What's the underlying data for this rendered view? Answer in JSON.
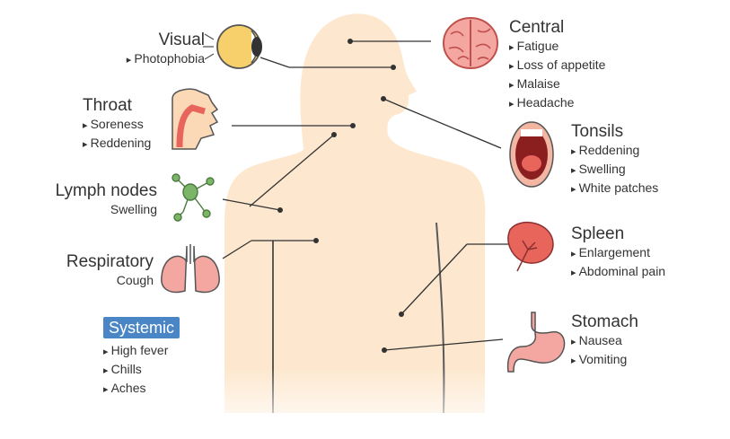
{
  "central": {
    "title": "Central",
    "items": [
      "Fatigue",
      "Loss of appetite",
      "Malaise",
      "Headache"
    ]
  },
  "visual": {
    "title": "Visual",
    "items": [
      "Photophobia"
    ]
  },
  "throat": {
    "title": "Throat",
    "items": [
      "Soreness",
      "Reddening"
    ]
  },
  "tonsils": {
    "title": "Tonsils",
    "items": [
      "Reddening",
      "Swelling",
      "White patches"
    ]
  },
  "lymph": {
    "title": "Lymph nodes",
    "sub": "Swelling"
  },
  "respiratory": {
    "title": "Respiratory",
    "sub": "Cough"
  },
  "spleen": {
    "title": "Spleen",
    "items": [
      "Enlargement",
      "Abdominal pain"
    ]
  },
  "stomach": {
    "title": "Stomach",
    "items": [
      "Nausea",
      "Vomiting"
    ]
  },
  "systemic": {
    "title": "Systemic",
    "items": [
      "High fever",
      "Chills",
      "Aches"
    ]
  },
  "colors": {
    "skin": "#fde8cf",
    "skin_edge": "#5a5a5a",
    "accent_blue": "#4a86c5",
    "organ_red": "#e8655c",
    "lymph_green": "#7cb56a"
  }
}
